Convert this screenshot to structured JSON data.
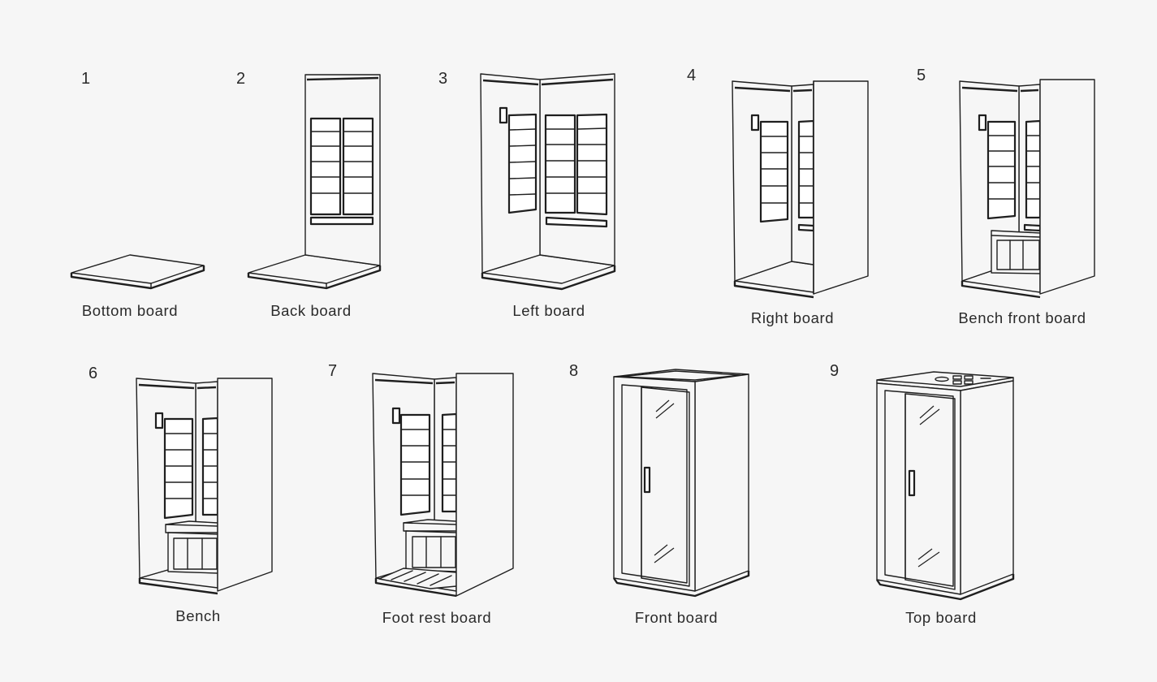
{
  "steps": [
    {
      "number": "1",
      "label": "Bottom board"
    },
    {
      "number": "2",
      "label": "Back board"
    },
    {
      "number": "3",
      "label": "Left board"
    },
    {
      "number": "4",
      "label": "Right board"
    },
    {
      "number": "5",
      "label": "Bench front board"
    },
    {
      "number": "6",
      "label": "Bench"
    },
    {
      "number": "7",
      "label": "Foot rest board"
    },
    {
      "number": "8",
      "label": "Front board"
    },
    {
      "number": "9",
      "label": "Top board"
    }
  ],
  "colors": {
    "background": "#f6f6f6",
    "line": "#1f1f1f",
    "text": "#2a2a2a"
  }
}
